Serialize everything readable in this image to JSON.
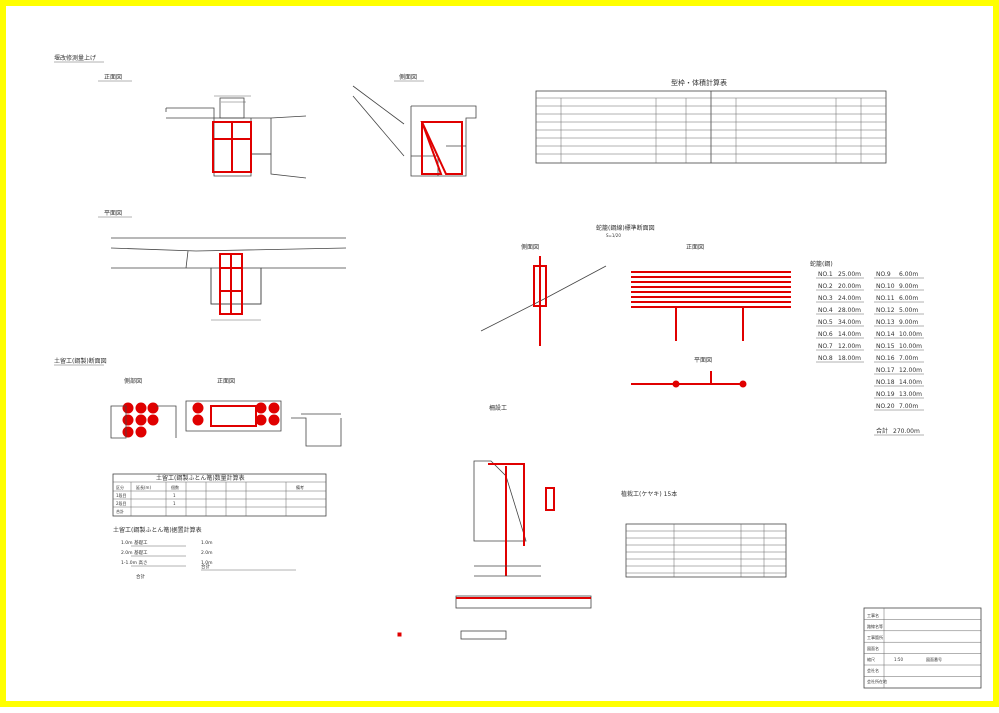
{
  "titles": {
    "main": "堰改修測量上げ",
    "front_view": "正面図",
    "side_view": "側面図",
    "plan_view": "平面図",
    "sandbag_section": "土留工(鋼製)断面図",
    "sandbag_side": "側部図",
    "sandbag_front": "正面図",
    "gabion_main": "蛇籠(鋼線)標準断面図",
    "gabion_sub": "S=1/20",
    "gabion_side": "側面図",
    "gabion_front": "正面図",
    "gabion_plan": "平面図",
    "fence": "柵設工",
    "planting": "植栽工(ケヤキ) 15本",
    "formwork_table_title": "型枠・体積計算表"
  },
  "sandbag_table": {
    "title": "土留工(鋼製ふとん篭)数量計算表",
    "headers": [
      "区分",
      "延長(m)",
      "個数",
      "",
      "",
      "",
      "",
      "備考"
    ],
    "rows": [
      [
        "1段目",
        "",
        "1",
        "",
        "",
        "",
        "",
        ""
      ],
      [
        "2段目",
        "",
        "1",
        "",
        "",
        "",
        "",
        ""
      ],
      [
        "合計",
        "",
        "",
        "",
        "",
        "",
        "",
        ""
      ]
    ]
  },
  "sandbag_calc": {
    "title": "土留工(鋼製ふとん篭)据置計算表",
    "lines": [
      "1.0m  基礎工",
      "2.0m  基礎工",
      "1-1.0m  高さ",
      "合計"
    ],
    "right": [
      "1.0m",
      "2.0m",
      "1.0m",
      "合計"
    ]
  },
  "gabion_list": {
    "header": "蛇籠(鋼)",
    "col1": [
      [
        "NO.1",
        "25.00m"
      ],
      [
        "NO.2",
        "20.00m"
      ],
      [
        "NO.3",
        "24.00m"
      ],
      [
        "NO.4",
        "28.00m"
      ],
      [
        "NO.5",
        "34.00m"
      ],
      [
        "NO.6",
        "14.00m"
      ],
      [
        "NO.7",
        "12.00m"
      ],
      [
        "NO.8",
        "18.00m"
      ]
    ],
    "col2": [
      [
        "NO.9",
        "6.00m"
      ],
      [
        "NO.10",
        "9.00m"
      ],
      [
        "NO.11",
        "6.00m"
      ],
      [
        "NO.12",
        "5.00m"
      ],
      [
        "NO.13",
        "9.00m"
      ],
      [
        "NO.14",
        "10.00m"
      ],
      [
        "NO.15",
        "10.00m"
      ],
      [
        "NO.16",
        "7.00m"
      ],
      [
        "NO.17",
        "12.00m"
      ],
      [
        "NO.18",
        "14.00m"
      ],
      [
        "NO.19",
        "13.00m"
      ],
      [
        "NO.20",
        "7.00m"
      ]
    ],
    "total_label": "合計",
    "total_value": "270.00m"
  },
  "title_block": {
    "rows": [
      [
        "工事名",
        ""
      ],
      [
        "路線名等",
        ""
      ],
      [
        "工事箇所",
        ""
      ],
      [
        "図面名",
        ""
      ],
      [
        "縮尺",
        "1:50",
        "図面番号",
        ""
      ],
      [
        "会社名",
        ""
      ],
      [
        "会社所在地",
        ""
      ]
    ]
  }
}
